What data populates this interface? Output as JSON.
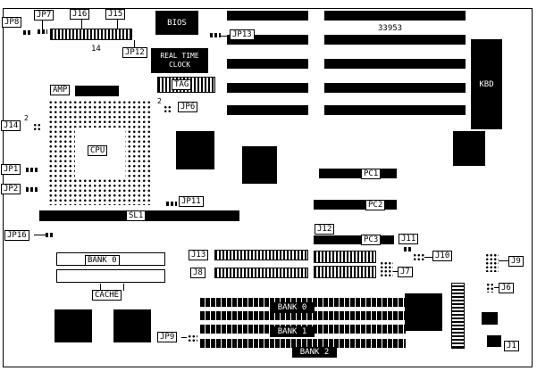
{
  "colors": {
    "component": "#000000",
    "board": "#ffffff"
  },
  "labels": {
    "jp8": "JP8",
    "jp7": "JP7",
    "j16": "J16",
    "j15": "J15",
    "pin14": "14",
    "jp12": "JP12",
    "bios": "BIOS",
    "jp13": "JP13",
    "part_number": "33953",
    "kbd": "KBD",
    "rtc_line1": "REAL TIME",
    "rtc_line2": "CLOCK",
    "amp": "AMP",
    "tag": "TAG",
    "cpu": "CPU",
    "j14": "J14",
    "pin2_j14": "2",
    "jp6": "JP6",
    "pin2_jp6": "2",
    "jp1": "JP1",
    "jp2": "JP2",
    "pc1": "PC1",
    "pc2": "PC2",
    "pc3": "PC3",
    "sl1": "SL1",
    "jp11": "JP11",
    "jp16": "JP16",
    "j12": "J12",
    "j11": "J11",
    "j10": "J10",
    "j13": "J13",
    "j8": "J8",
    "j7": "J7",
    "cache_bank": "BANK 0",
    "cache": "CACHE",
    "j9": "J9",
    "j6": "J6",
    "jp9": "JP9",
    "j1": "J1",
    "bank0": "BANK 0",
    "bank1": "BANK 1",
    "bank2": "BANK 2"
  }
}
